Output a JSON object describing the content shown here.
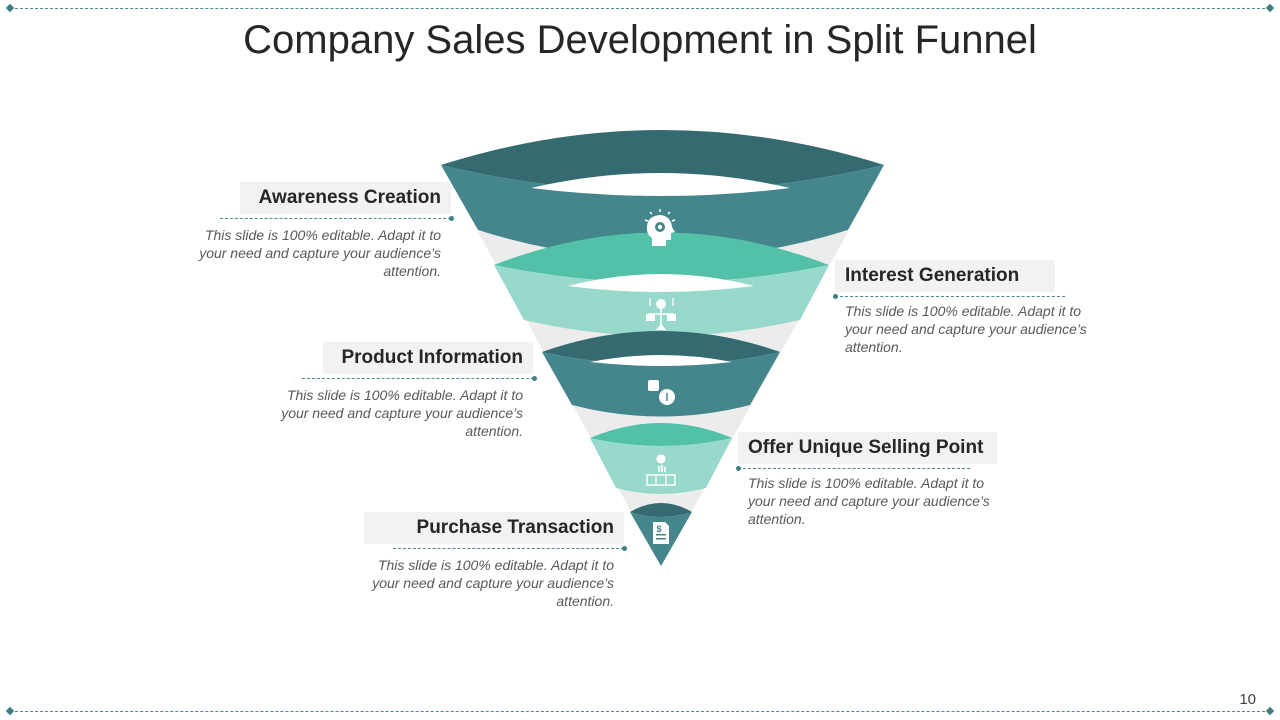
{
  "slide": {
    "title": "Company Sales Development in Split Funnel",
    "page_number": "10"
  },
  "colors": {
    "teal_dark": "#356a70",
    "teal_main": "#44868c",
    "mint_light": "#52c1a8",
    "mint_pale": "#99d9cc",
    "funnel_gray": "#ececec",
    "label_bg": "#f2f2f2"
  },
  "stages": [
    {
      "label": "Awareness Creation",
      "description": "This slide is 100% editable.  Adapt it to your need and capture your audience’s attention.",
      "icon": "head-idea-icon"
    },
    {
      "label": "Interest Generation",
      "description": "This slide is 100% editable.  Adapt it to your need and capture your audience’s attention.",
      "icon": "balance-scale-icon"
    },
    {
      "label": "Product Information",
      "description": "This slide is 100% editable.  Adapt it to your need and capture your audience’s attention.",
      "icon": "product-info-icon"
    },
    {
      "label": "Offer Unique Selling Point",
      "description": "This slide is 100% editable.  Adapt it to your need and capture your audience’s attention.",
      "icon": "store-display-icon"
    },
    {
      "label": "Purchase Transaction",
      "description": "This slide is 100% editable.  Adapt it to your need and capture your audience’s attention.",
      "icon": "invoice-dollar-icon"
    }
  ]
}
